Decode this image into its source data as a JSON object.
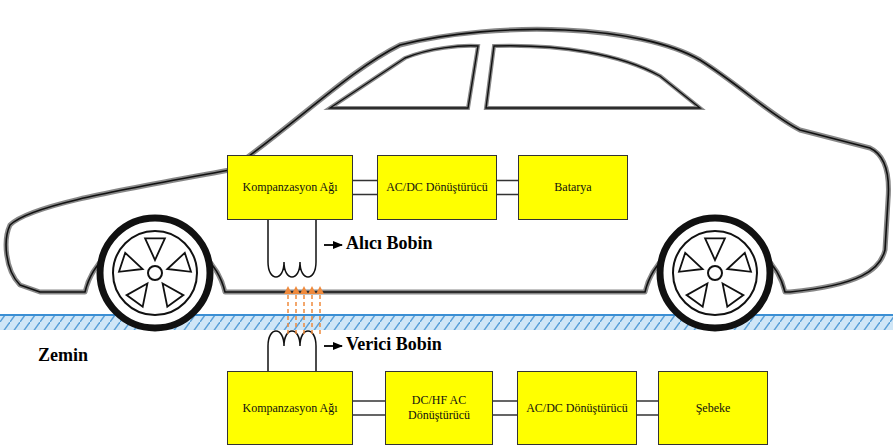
{
  "diagram": {
    "nodes": [
      {
        "text": [
          "Kompanzasyon Ağı"
        ]
      },
      {
        "text": [
          "AC/DC Dönüştürücü"
        ]
      },
      {
        "text": [
          "Batarya"
        ]
      },
      {
        "text": [
          "Kompanzasyon Ağı"
        ]
      },
      {
        "text": [
          "DC/HF AC Dönüştürücü"
        ]
      },
      {
        "text": [
          "AC/DC Dönüştürücü"
        ]
      },
      {
        "text": [
          "Şebeke"
        ]
      }
    ],
    "edges": [
      {
        "from": 0,
        "to": 1,
        "arrow": "none"
      },
      {
        "from": 1,
        "to": 2,
        "arrow": "none"
      },
      {
        "from": 3,
        "to": 4,
        "arrow": "none"
      },
      {
        "from": 4,
        "to": 5,
        "arrow": "none"
      },
      {
        "from": 5,
        "to": 6,
        "arrow": "none"
      }
    ],
    "labels": [
      "Alıcı Bobin",
      "Verici Bobin",
      "Zemin"
    ]
  }
}
